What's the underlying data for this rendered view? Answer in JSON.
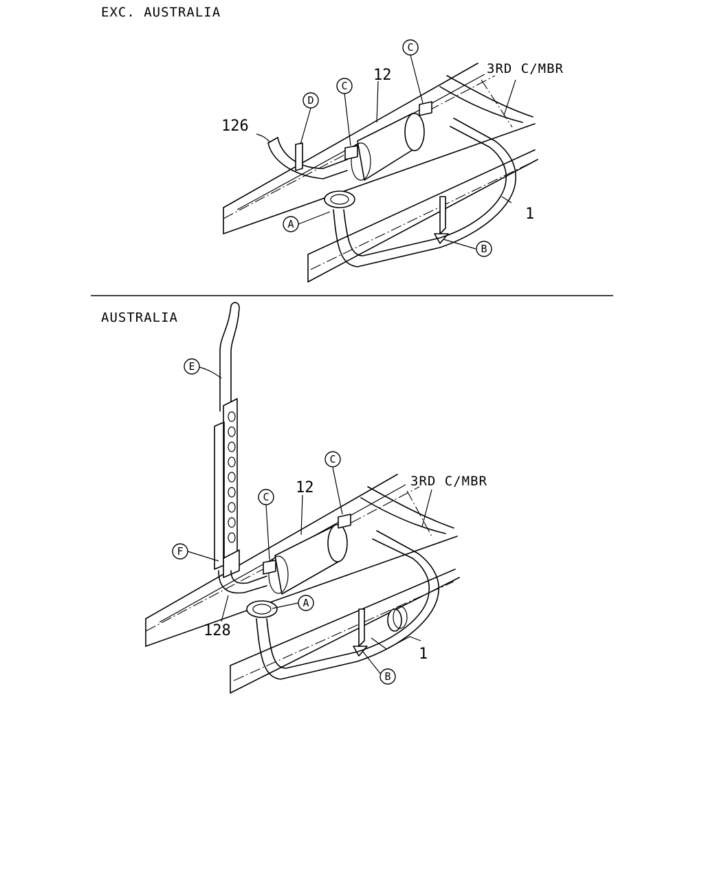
{
  "sections": [
    {
      "heading": "EXC. AUSTRALIA",
      "labels": {
        "part_126": "126",
        "part_12": "12",
        "part_1": "1",
        "crossmember": "3RD C/MBR"
      },
      "callouts": {
        "a": "A",
        "b": "B",
        "c1": "C",
        "c2": "C",
        "d": "D"
      }
    },
    {
      "heading": "AUSTRALIA",
      "labels": {
        "part_12": "12",
        "part_1": "1",
        "part_128": "128",
        "crossmember": "3RD C/MBR"
      },
      "callouts": {
        "a": "A",
        "b": "B",
        "c1": "C",
        "c2": "C",
        "e": "E",
        "f": "F"
      }
    }
  ]
}
